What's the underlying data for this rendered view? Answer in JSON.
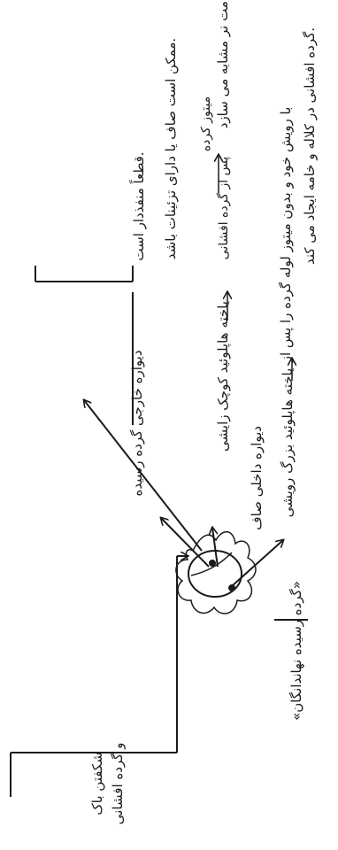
{
  "labels": {
    "tube_growth_top": "با رویش خود و بدون میتوز لوله گرده را پس از",
    "tube_growth_bottom": "گرده افشانی در کلاله و خامه ایجاد می کند.",
    "sperm_forming": "دو گامت نر مشابه می سازد",
    "mitosis": "میتوز کرده",
    "generative_cell": "یاخته هاپلوئید کوچک زایشی",
    "after_pollination": "پس از گرده افشانی",
    "inner_wall": "دیواره داخلی صاف",
    "outer_wall": "دیواره خارجی گرده رسیده",
    "outer_wall_fact1": "قطعاً منفذدار است.",
    "outer_wall_fact2": "ممکن است صاف یا دارای تزئینات باشد.",
    "tube_cell": "یاخته هاپلوئید بزرگ رویشی",
    "mature_pollen": "«گرده رسیده نهاندانگان»",
    "anther_dehiscence_1": "شکفتن باک",
    "anther_dehiscence_2": "و گرده افشانی"
  }
}
